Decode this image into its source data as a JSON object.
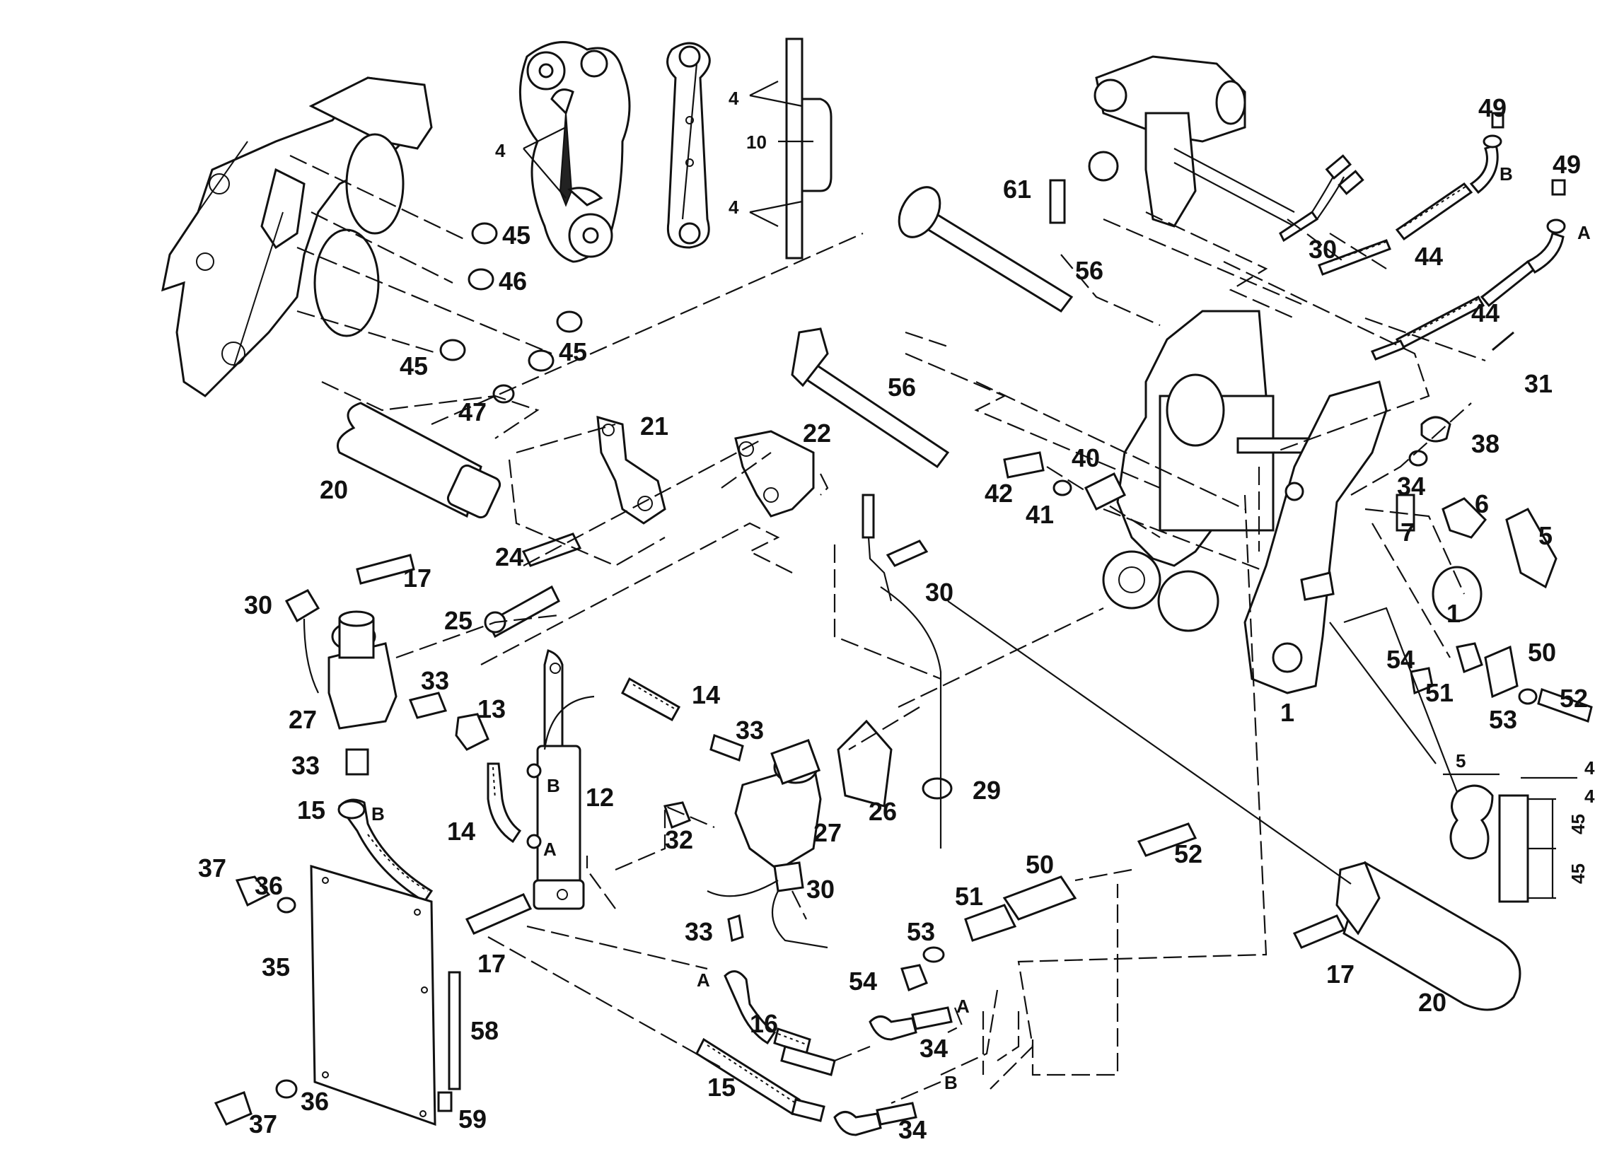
{
  "diagram": {
    "callouts": [
      {
        "id": "c45a",
        "text": "45"
      },
      {
        "id": "c46",
        "text": "46"
      },
      {
        "id": "c45b",
        "text": "45"
      },
      {
        "id": "c45c",
        "text": "45"
      },
      {
        "id": "c47",
        "text": "47"
      },
      {
        "id": "c20a",
        "text": "20"
      },
      {
        "id": "c21",
        "text": "21"
      },
      {
        "id": "c22",
        "text": "22"
      },
      {
        "id": "c17a",
        "text": "17"
      },
      {
        "id": "c24",
        "text": "24"
      },
      {
        "id": "c25",
        "text": "25"
      },
      {
        "id": "c30a",
        "text": "30"
      },
      {
        "id": "c27a",
        "text": "27"
      },
      {
        "id": "c33a",
        "text": "33"
      },
      {
        "id": "c13",
        "text": "13"
      },
      {
        "id": "c33b",
        "text": "33"
      },
      {
        "id": "c15a",
        "text": "15"
      },
      {
        "id": "c14a",
        "text": "14"
      },
      {
        "id": "c12",
        "text": "12"
      },
      {
        "id": "c14b",
        "text": "14"
      },
      {
        "id": "c33c",
        "text": "33"
      },
      {
        "id": "c37a",
        "text": "37"
      },
      {
        "id": "c36a",
        "text": "36"
      },
      {
        "id": "c35",
        "text": "35"
      },
      {
        "id": "c17b",
        "text": "17"
      },
      {
        "id": "c58",
        "text": "58"
      },
      {
        "id": "c36b",
        "text": "36"
      },
      {
        "id": "c37b",
        "text": "37"
      },
      {
        "id": "c59",
        "text": "59"
      },
      {
        "id": "c32",
        "text": "32"
      },
      {
        "id": "c27b",
        "text": "27"
      },
      {
        "id": "c26",
        "text": "26"
      },
      {
        "id": "c29",
        "text": "29"
      },
      {
        "id": "c30b",
        "text": "30"
      },
      {
        "id": "c33d",
        "text": "33"
      },
      {
        "id": "c16",
        "text": "16"
      },
      {
        "id": "c15b",
        "text": "15"
      },
      {
        "id": "c34a",
        "text": "34"
      },
      {
        "id": "c34b",
        "text": "34"
      },
      {
        "id": "c56a",
        "text": "56"
      },
      {
        "id": "c56b",
        "text": "56"
      },
      {
        "id": "c61",
        "text": "61"
      },
      {
        "id": "c30c",
        "text": "30"
      },
      {
        "id": "c30d",
        "text": "30"
      },
      {
        "id": "c44a",
        "text": "44"
      },
      {
        "id": "c44b",
        "text": "44"
      },
      {
        "id": "c49a",
        "text": "49"
      },
      {
        "id": "c49b",
        "text": "49"
      },
      {
        "id": "c31",
        "text": "31"
      },
      {
        "id": "c38",
        "text": "38"
      },
      {
        "id": "c34c",
        "text": "34"
      },
      {
        "id": "c6",
        "text": "6"
      },
      {
        "id": "c5",
        "text": "5"
      },
      {
        "id": "c7",
        "text": "7"
      },
      {
        "id": "c1a",
        "text": "1"
      },
      {
        "id": "c1b",
        "text": "1"
      },
      {
        "id": "c42",
        "text": "42"
      },
      {
        "id": "c40",
        "text": "40"
      },
      {
        "id": "c41",
        "text": "41"
      },
      {
        "id": "c54a",
        "text": "54"
      },
      {
        "id": "c50a",
        "text": "50"
      },
      {
        "id": "c51a",
        "text": "51"
      },
      {
        "id": "c53a",
        "text": "53"
      },
      {
        "id": "c52a",
        "text": "52"
      },
      {
        "id": "c52b",
        "text": "52"
      },
      {
        "id": "c50b",
        "text": "50"
      },
      {
        "id": "c51b",
        "text": "51"
      },
      {
        "id": "c53b",
        "text": "53"
      },
      {
        "id": "c54b",
        "text": "54"
      },
      {
        "id": "c17c",
        "text": "17"
      },
      {
        "id": "c20b",
        "text": "20"
      }
    ],
    "port_labels": [
      {
        "id": "pA1",
        "text": "A"
      },
      {
        "id": "pB1",
        "text": "B"
      },
      {
        "id": "pA2",
        "text": "A"
      },
      {
        "id": "pB2",
        "text": "B"
      },
      {
        "id": "pB3",
        "text": "B"
      },
      {
        "id": "pA3",
        "text": "A"
      },
      {
        "id": "pA4",
        "text": "A"
      },
      {
        "id": "pB4",
        "text": "B"
      }
    ],
    "weld_details": {
      "weld_a": "4",
      "weld_b1": "4",
      "weld_b2": "10",
      "weld_b3": "4",
      "dim_gap": "5",
      "dim_h1": "45",
      "dim_h2": "45",
      "weld_c1": "4",
      "weld_c2": "4"
    }
  }
}
